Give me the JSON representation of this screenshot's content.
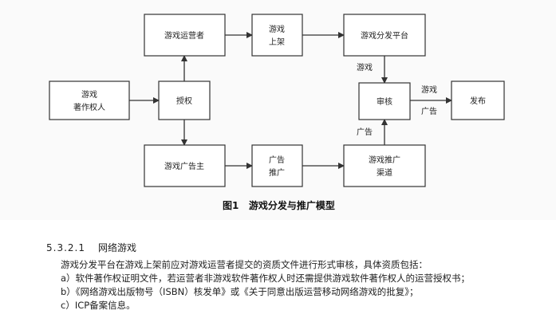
{
  "figure": {
    "caption": "图1   游戏分发与推广模型",
    "nodes": {
      "operator": [
        "游戏运营者"
      ],
      "listing": [
        "游戏",
        "上架"
      ],
      "platform": [
        "游戏分发平台"
      ],
      "copyright": [
        "游戏",
        "著作权人"
      ],
      "authorize": [
        "授权"
      ],
      "review": [
        "审核"
      ],
      "publish": [
        "发布"
      ],
      "advertiser": [
        "游戏广告主"
      ],
      "adpromo": [
        "广告",
        "推广"
      ],
      "channel": [
        "游戏推广",
        "渠道"
      ]
    },
    "edge_labels": {
      "game": "游戏",
      "game2": "游戏",
      "ad_right": "广告",
      "ad_left": "广告"
    }
  },
  "section": {
    "number": "5.3.2.1",
    "title": "网络游戏",
    "lines": [
      "游戏分发平台在游戏上架前应对游戏运营者提交的资质文件进行形式审核，具体资质包括：",
      "a）软件著作权证明文件，若运营者非游戏软件著作权人时还需提供游戏软件著作权人的运营授权书；",
      "b）《网络游戏出版物号（ISBN）核发单》或《关于同意出版运营移动网络游戏的批复》；",
      "c）ICP备案信息。"
    ]
  }
}
